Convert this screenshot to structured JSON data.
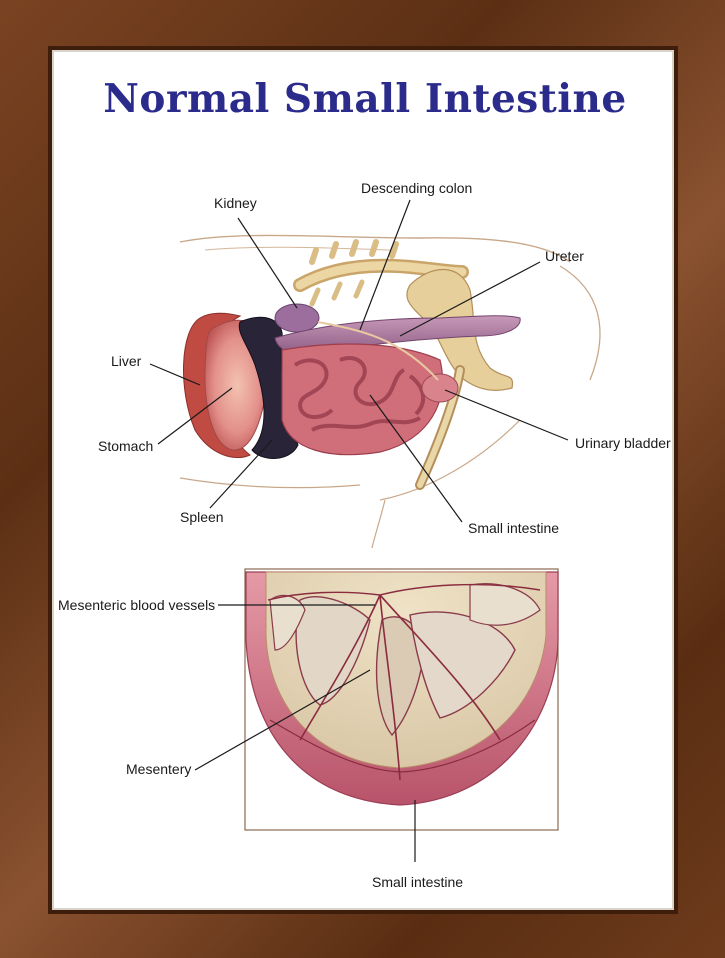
{
  "title": "Normal Small Intestine",
  "labels": {
    "kidney": "Kidney",
    "descending_colon": "Descending colon",
    "ureter": "Ureter",
    "liver": "Liver",
    "stomach": "Stomach",
    "spleen": "Spleen",
    "urinary_bladder": "Urinary bladder",
    "small_intestine_top": "Small intestine",
    "mesenteric_blood_vessels": "Mesenteric blood vessels",
    "mesentery": "Mesentery",
    "small_intestine_bottom": "Small intestine"
  },
  "colors": {
    "title": "#2b2b8c",
    "frame": "#6b3a1c",
    "intestine": "#c9646e",
    "spleen": "#2a2438",
    "bone": "#e6cf9a"
  }
}
